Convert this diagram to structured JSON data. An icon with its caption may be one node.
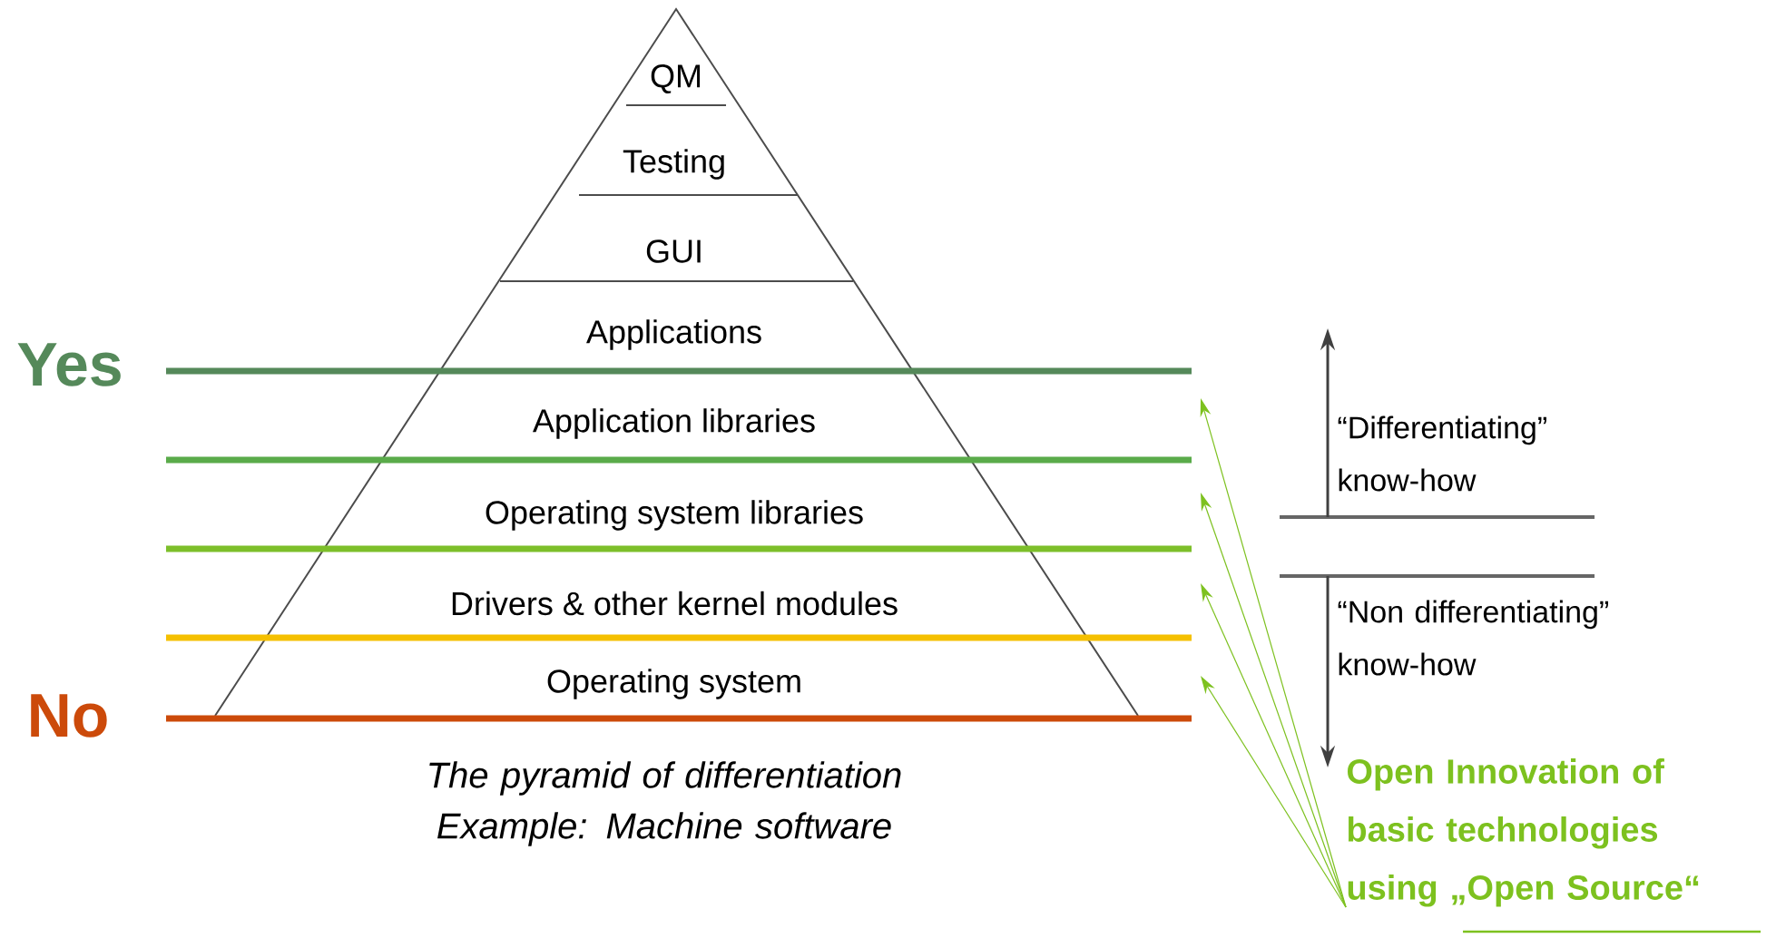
{
  "diagram": {
    "caption": "The pyramid of differentiation Example: Machine software",
    "nodes": [
      {
        "text": [
          "QM"
        ]
      },
      {
        "text": [
          "Testing"
        ]
      },
      {
        "text": [
          "GUI"
        ]
      },
      {
        "text": [
          "Applications"
        ]
      },
      {
        "text": [
          "Application libraries"
        ]
      },
      {
        "text": [
          "Operating system libraries"
        ]
      },
      {
        "text": [
          "Drivers & other kernel modules"
        ]
      },
      {
        "text": [
          "Operating system"
        ]
      },
      {
        "text": [
          "Open Innovation of basic technologies using „Open Source“"
        ]
      }
    ],
    "edges": [
      {
        "from": 8,
        "to": null,
        "arrow": "to"
      },
      {
        "from": 8,
        "to": null,
        "arrow": "to"
      },
      {
        "from": 8,
        "to": null,
        "arrow": "to"
      },
      {
        "from": 8,
        "to": null,
        "arrow": "to"
      }
    ],
    "labels": [
      "Yes",
      "No",
      "“Differentiating” know-how",
      "“Non differentiating” know-how"
    ]
  }
}
